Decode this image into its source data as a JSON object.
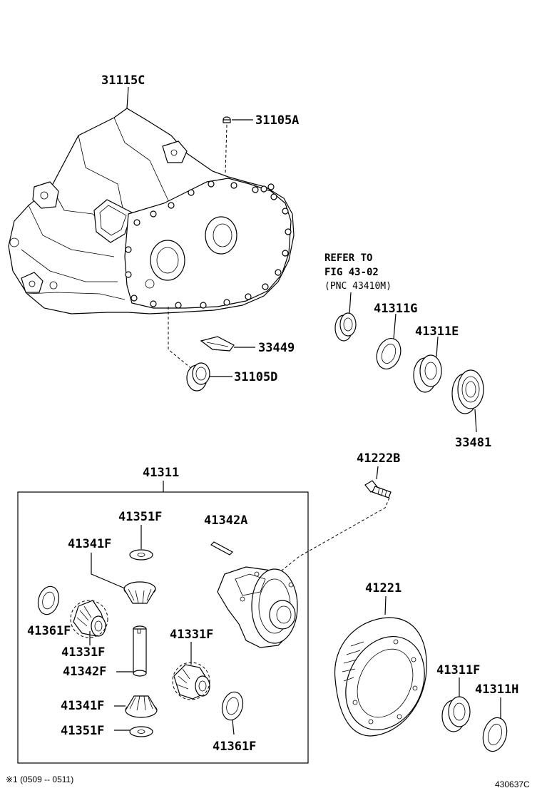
{
  "labels": {
    "p31115C": "31115C",
    "p31105A": "31105A",
    "p33449": "33449",
    "p31105D": "31105D",
    "p41311G": "41311G",
    "p41311E": "41311E",
    "p33481": "33481",
    "p41222B": "41222B",
    "p41311": "41311",
    "p41351F_top": "41351F",
    "p41342A": "41342A",
    "p41341F_top": "41341F",
    "p41361F_left": "41361F",
    "p41331F_left": "41331F",
    "p41342F": "41342F",
    "p41331F_right": "41331F",
    "p41341F_bot": "41341F",
    "p41351F_bot": "41351F",
    "p41361F_bot": "41361F",
    "p41221": "41221",
    "p41311F": "41311F",
    "p41311H": "41311H"
  },
  "refer": {
    "line1": "REFER TO",
    "line2": "FIG 43-02",
    "line3": "(PNC 43410M)"
  },
  "footer": {
    "note": "※1 (0509 -- 0511)",
    "code": "430637C"
  }
}
